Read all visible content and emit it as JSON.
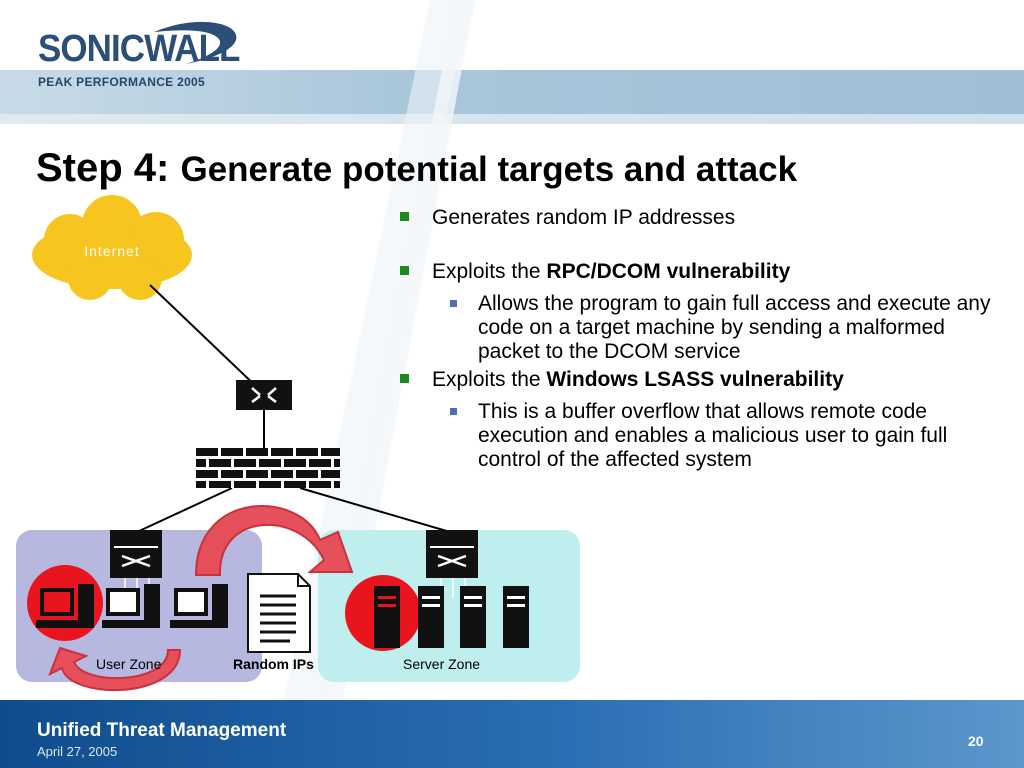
{
  "brand": {
    "logo_text": "SONICWALL",
    "tagline": "PEAK PERFORMANCE 2005"
  },
  "slide": {
    "title_main": "Step 4:",
    "title_sub": "Generate potential targets and attack"
  },
  "bullets": {
    "b1": "Generates random IP addresses",
    "b2_prefix": "Exploits the ",
    "b2_bold": "RPC/DCOM vulnerability",
    "b2_sub": "Allows the program to gain full access and execute any code on a target machine by sending a malformed packet to the DCOM service",
    "b3_prefix": "Exploits the ",
    "b3_bold": "Windows LSASS vulnerability",
    "b3_sub": "This is a buffer overflow that allows remote code execution and enables a malicious user to gain full control of the affected system"
  },
  "diagram": {
    "cloud_label": "Internet",
    "user_zone": "User Zone",
    "random_ips": "Random IPs",
    "server_zone": "Server Zone"
  },
  "colors": {
    "cloud": "#f7c51f",
    "user_zone_bg": "#b6b8e0",
    "server_zone_bg": "#bfeeef",
    "infected": "#e8141e",
    "arrow": "#e5505a"
  },
  "footer": {
    "title": "Unified Threat Management",
    "date": "April 27, 2005",
    "page": "20"
  }
}
